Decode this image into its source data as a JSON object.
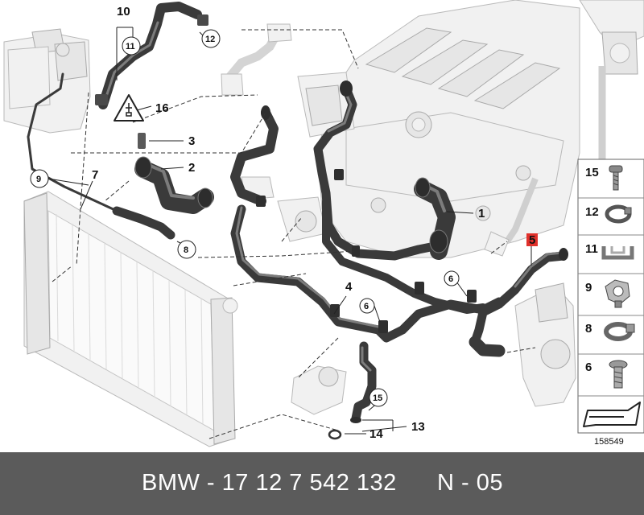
{
  "diagram": {
    "callouts": [
      "1",
      "2",
      "3",
      "4",
      "5",
      "6",
      "6",
      "7",
      "8",
      "9",
      "10",
      "11",
      "12",
      "13",
      "14",
      "15",
      "16"
    ],
    "legend": [
      "15",
      "12",
      "11",
      "9",
      "8",
      "6"
    ],
    "image_number": "158549"
  },
  "footer": {
    "part_number": "BMW - 17 12 7 542 132",
    "quantity": "N - 05"
  }
}
